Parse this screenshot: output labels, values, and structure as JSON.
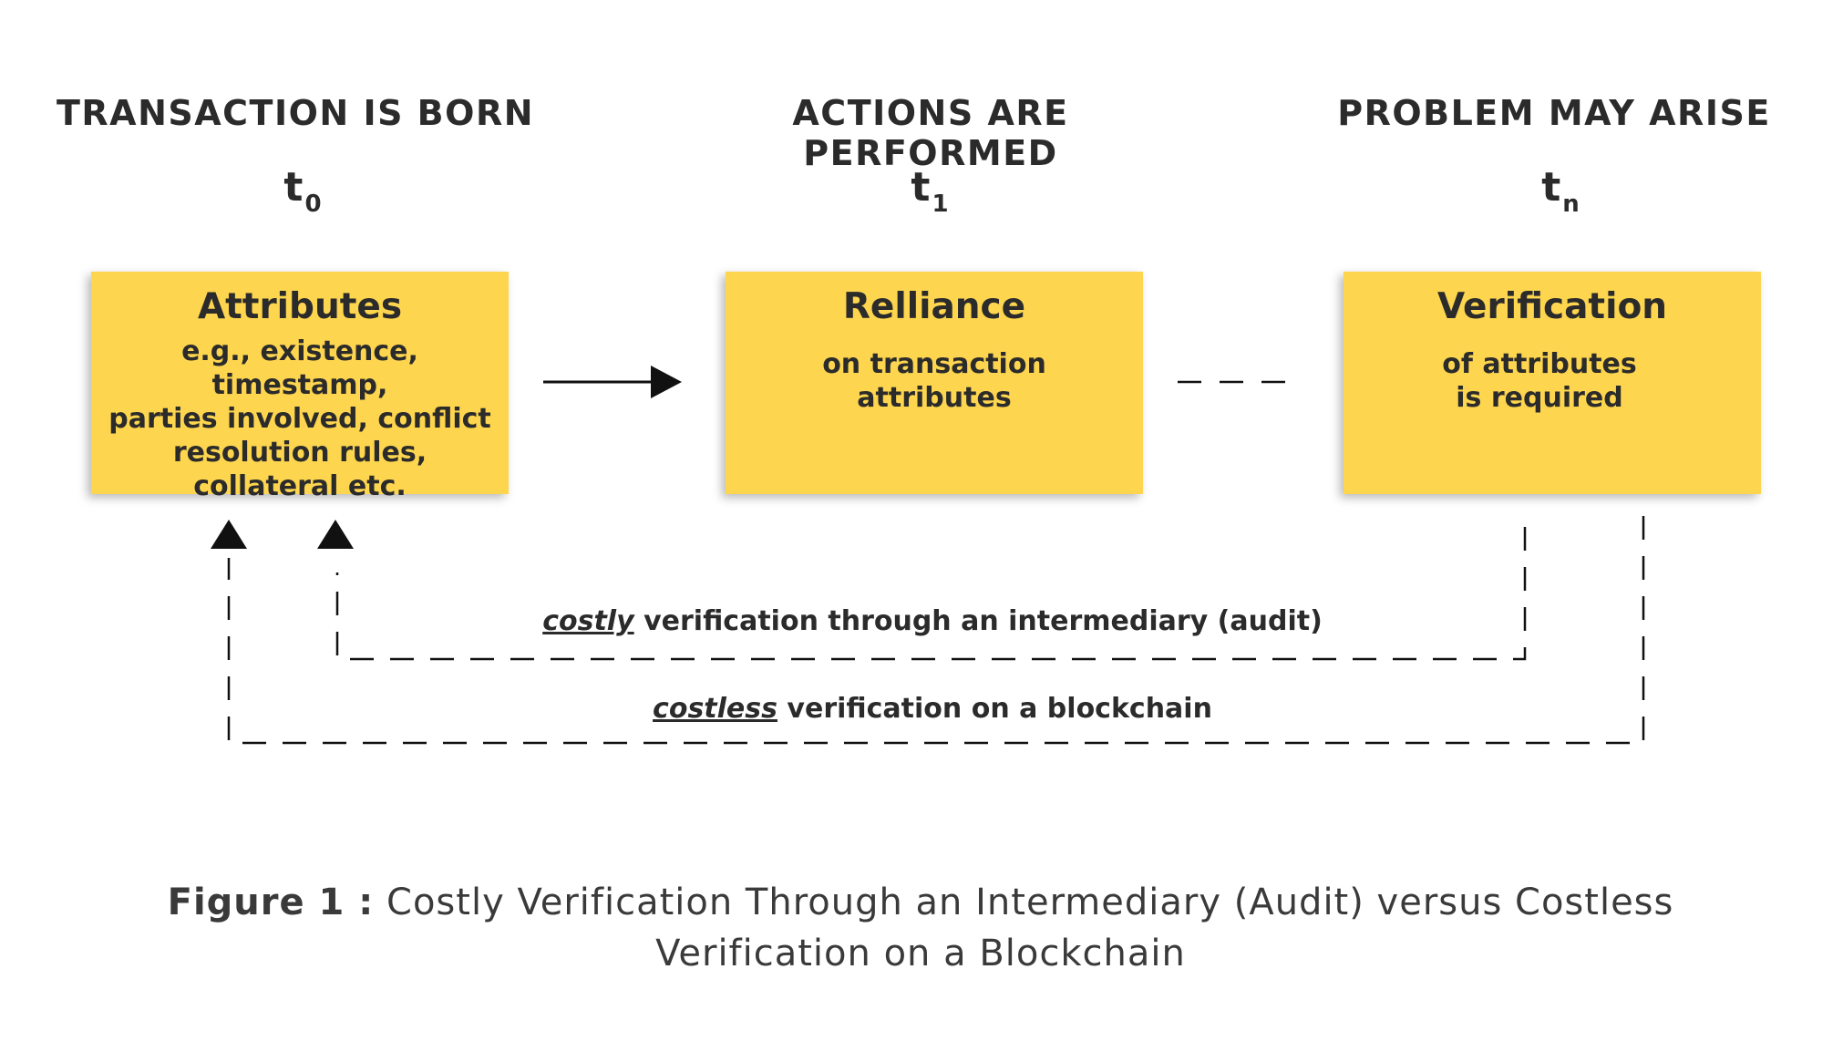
{
  "phases": [
    {
      "heading": "TRANSACTION IS BORN",
      "time_base": "t",
      "time_sub": "0"
    },
    {
      "heading": "ACTIONS ARE PERFORMED",
      "time_base": "t",
      "time_sub": "1"
    },
    {
      "heading": "PROBLEM MAY ARISE",
      "time_base": "t",
      "time_sub": "n"
    }
  ],
  "boxes": [
    {
      "title": "Attributes",
      "lines": [
        "e.g., existence, timestamp,",
        "parties involved, conflict",
        "resolution rules,",
        "collateral etc."
      ]
    },
    {
      "title": "Relliance",
      "lines": [
        "on transaction",
        "attributes"
      ]
    },
    {
      "title": "Verification",
      "lines": [
        "of attributes",
        "is required"
      ]
    }
  ],
  "flows": {
    "costly": {
      "emphasis": "costly",
      "rest": " verification through an intermediary (audit)"
    },
    "costless": {
      "emphasis": "costless",
      "rest": " verification on a blockchain"
    }
  },
  "caption": {
    "lead": "Figure 1 :",
    "line1": " Costly Verification Through an Intermediary (Audit) versus Costless",
    "line2": "Verification on a Blockchain"
  },
  "colors": {
    "box_fill": "#fdd54e",
    "text": "#2b2b2b",
    "line": "#111111"
  }
}
